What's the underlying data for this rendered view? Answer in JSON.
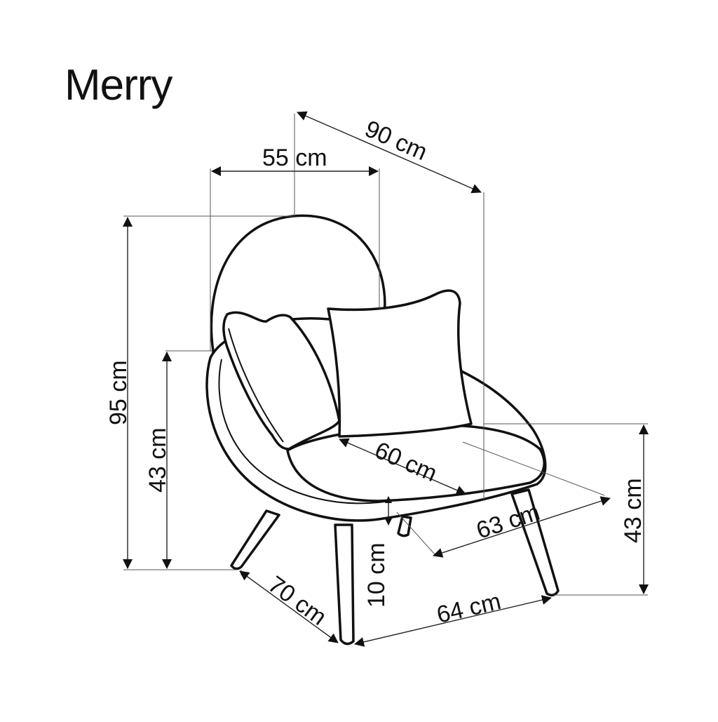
{
  "title": "Merry",
  "dimensions": {
    "top_depth": "90 cm",
    "back_width": "55 cm",
    "total_height": "95 cm",
    "armrest_height": "43 cm",
    "seat_height": "43 cm",
    "seat_depth": "60 cm",
    "seat_width": "63 cm",
    "leg_height": "10 cm",
    "base_depth": "70 cm",
    "base_width": "64 cm"
  }
}
